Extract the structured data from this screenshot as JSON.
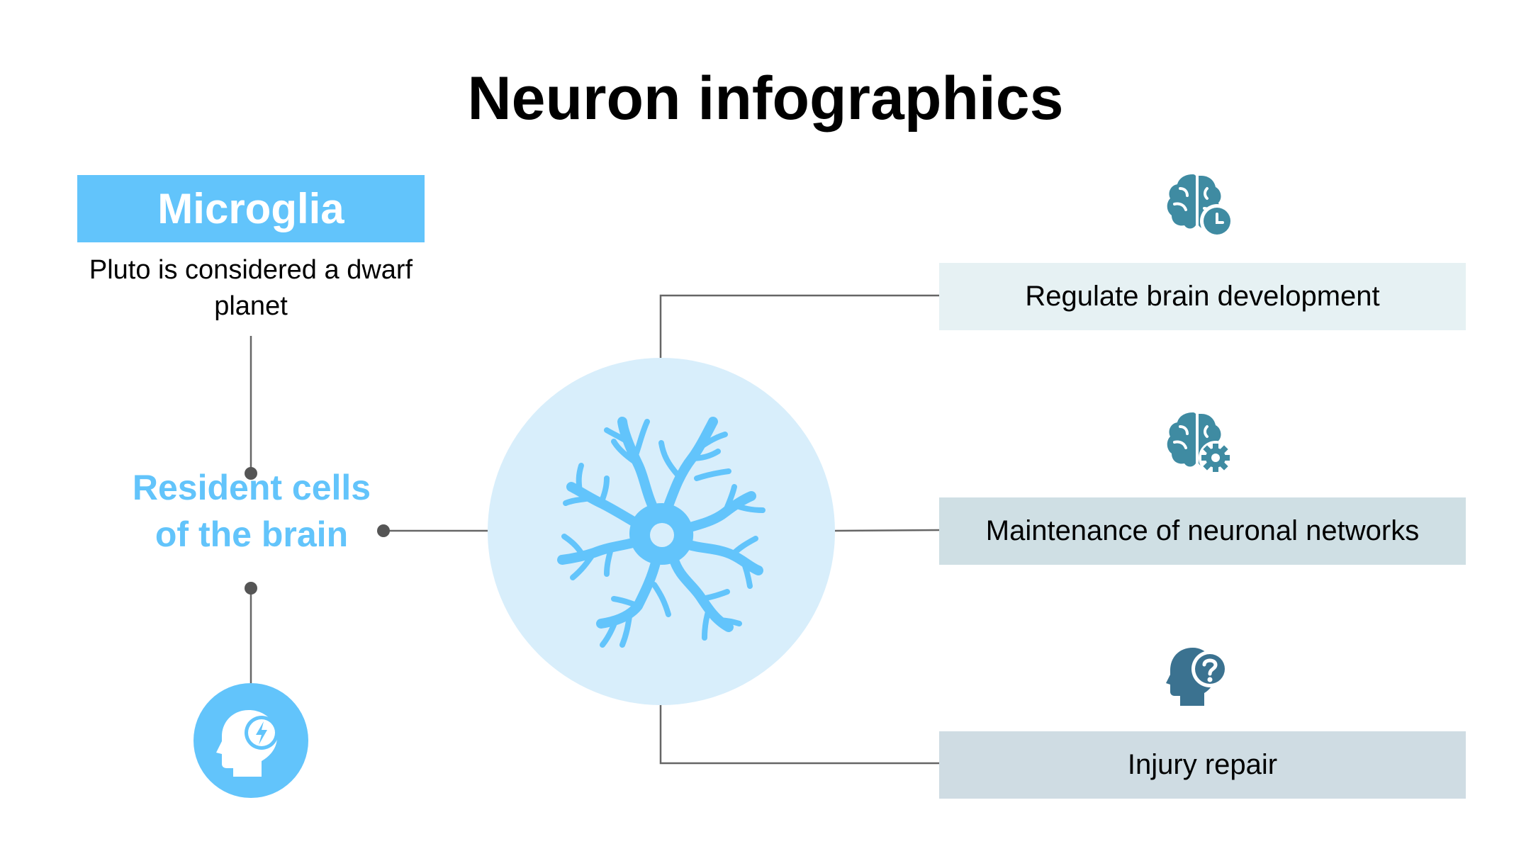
{
  "title": "Neuron infographics",
  "microglia": {
    "label": "Microglia",
    "description": "Pluto is considered a dwarf planet",
    "subtitle": "Resident cells of the brain",
    "icon": "head-lightning-icon"
  },
  "center": {
    "icon": "neuron-icon"
  },
  "features": [
    {
      "label": "Regulate brain development",
      "icon": "brain-clock-icon"
    },
    {
      "label": "Maintenance of neuronal networks",
      "icon": "brain-gear-icon"
    },
    {
      "label": "Injury repair",
      "icon": "head-question-icon"
    }
  ],
  "colors": {
    "accent": "#62c4fb",
    "circle": "#d8eefb",
    "icon": "#3f8ba2",
    "icon_dark": "#3b7290",
    "line": "#666666"
  }
}
